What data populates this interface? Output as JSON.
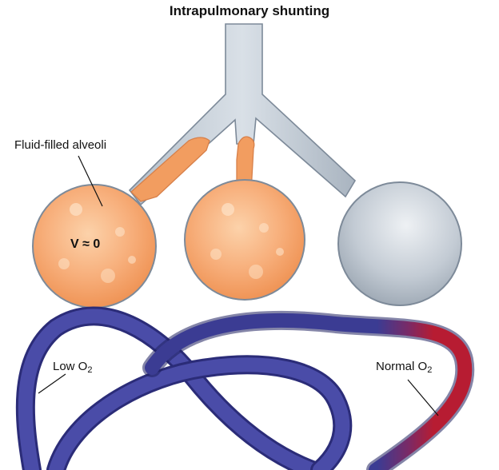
{
  "title": "Intrapulmonary shunting",
  "labels": {
    "fluid_alveoli": "Fluid-filled alveoli",
    "ventilation": "V ≈ 0",
    "low_o2_prefix": "Low O",
    "low_o2_sub": "2",
    "normal_o2_prefix": "Normal O",
    "normal_o2_sub": "2"
  },
  "colors": {
    "airway_fill": "#c3ccd6",
    "airway_stroke": "#7d8a99",
    "fluid_alveolus": "#f4a36a",
    "air_alveolus": "#b9c3cd",
    "deoxygenated_vessel": "#3b3c93",
    "oxygenated_vessel": "#b71c32"
  }
}
